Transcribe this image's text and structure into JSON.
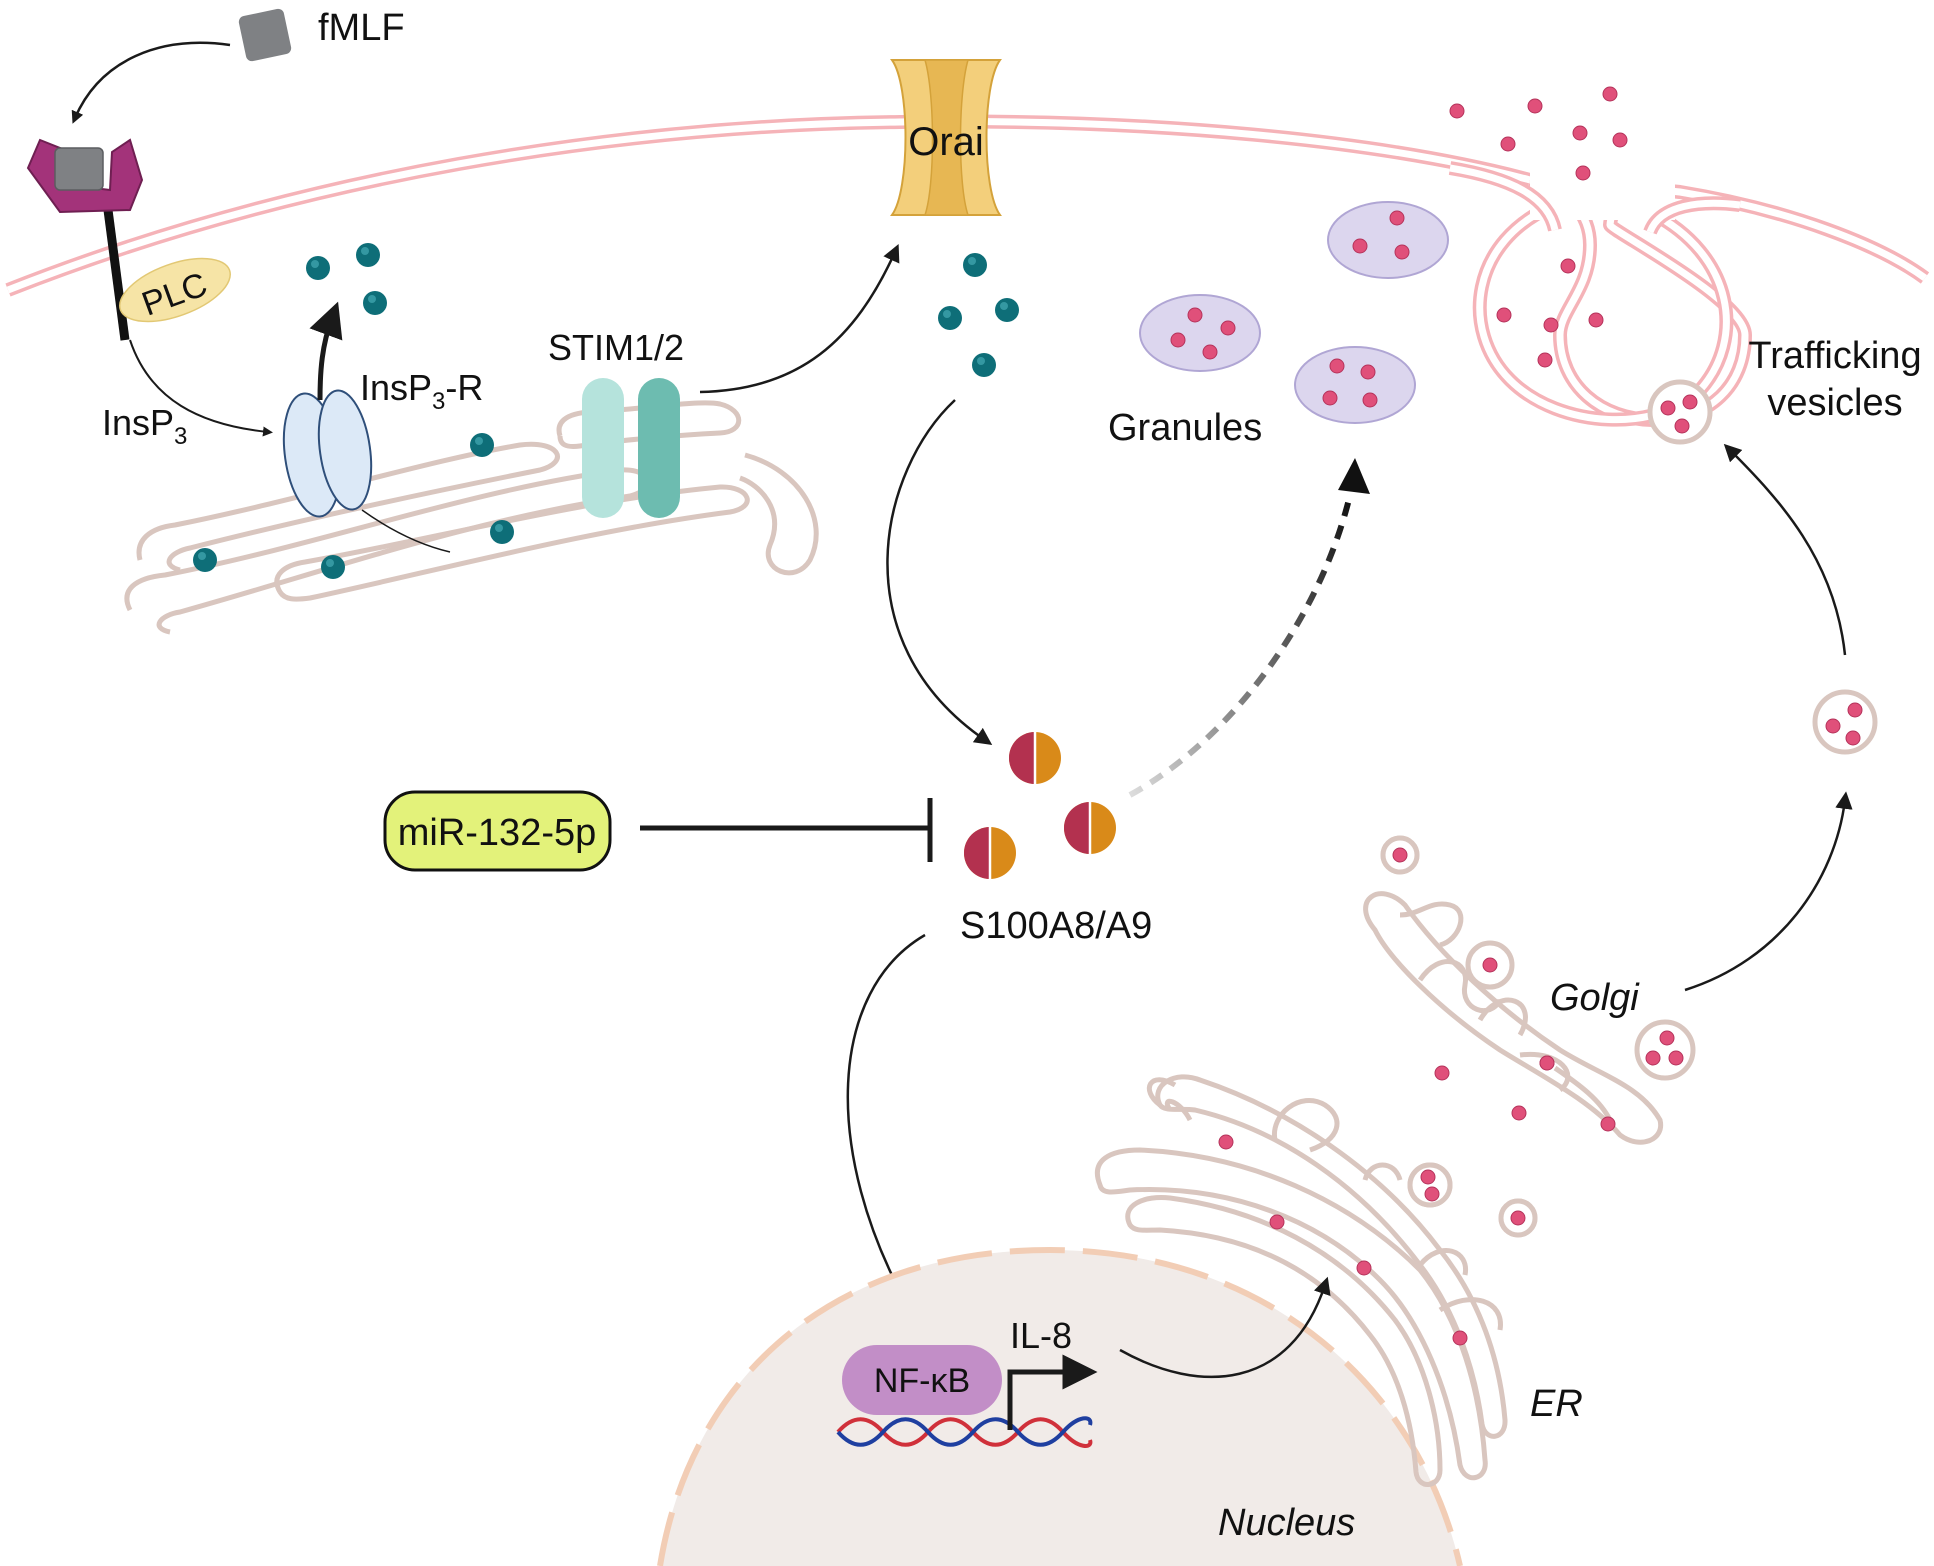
{
  "labels": {
    "fmlf": "fMLF",
    "plc": "PLC",
    "insp3": "InsP",
    "insp3_sub": "3",
    "insp3r": "InsP",
    "insp3r_sub": "3",
    "insp3r_suffix": "-R",
    "stim": "STIM1/2",
    "orai": "Orai",
    "granules": "Granules",
    "trafficking_line1": "Trafficking",
    "trafficking_line2": "vesicles",
    "mir": "miR-132-5p",
    "s100": "S100A8/A9",
    "golgi": "Golgi",
    "er": "ER",
    "nucleus": "Nucleus",
    "nfkb": "NF-κB",
    "il8": "IL-8"
  },
  "colors": {
    "membrane": "#f5b3b8",
    "receptor": "#a3337a",
    "ligand": "#7f8184",
    "plc": "#f6e4a6",
    "calcium": "#0e6e78",
    "er_outline": "#d9c6bf",
    "insp3r": "#dce9f7",
    "stim_light": "#b5e3dc",
    "stim_dark": "#6dbcb0",
    "orai": "#f3cf7b",
    "granule_fill": "#dcd6ee",
    "cargo": "#e0507a",
    "mir_fill": "#e3f27a",
    "s100_red": "#b3314f",
    "s100_orange": "#d98a19",
    "nucleus_fill": "#f1ebe8",
    "nfkb": "#c28ec7",
    "dna_red": "#d0303a",
    "dna_blue": "#1f3fa0"
  }
}
